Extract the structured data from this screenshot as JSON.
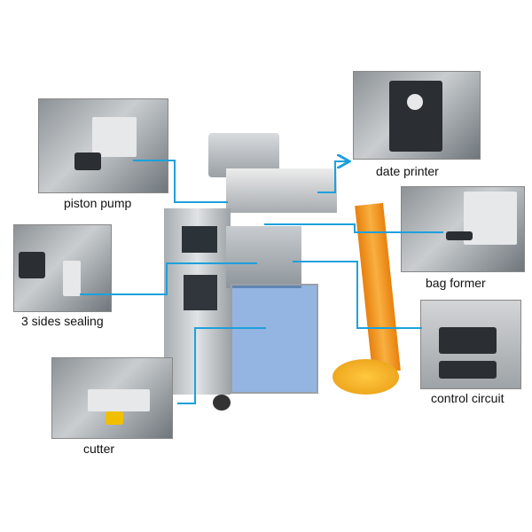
{
  "labels": {
    "piston_pump": "piston pump",
    "date_printer": "date printer",
    "bag_former": "bag former",
    "sides_sealing": "3 sides sealing",
    "control_circuit": "control circuit",
    "cutter": "cutter"
  },
  "colors": {
    "callout_line": "#1ea0dc",
    "product": "#f39a1e"
  }
}
